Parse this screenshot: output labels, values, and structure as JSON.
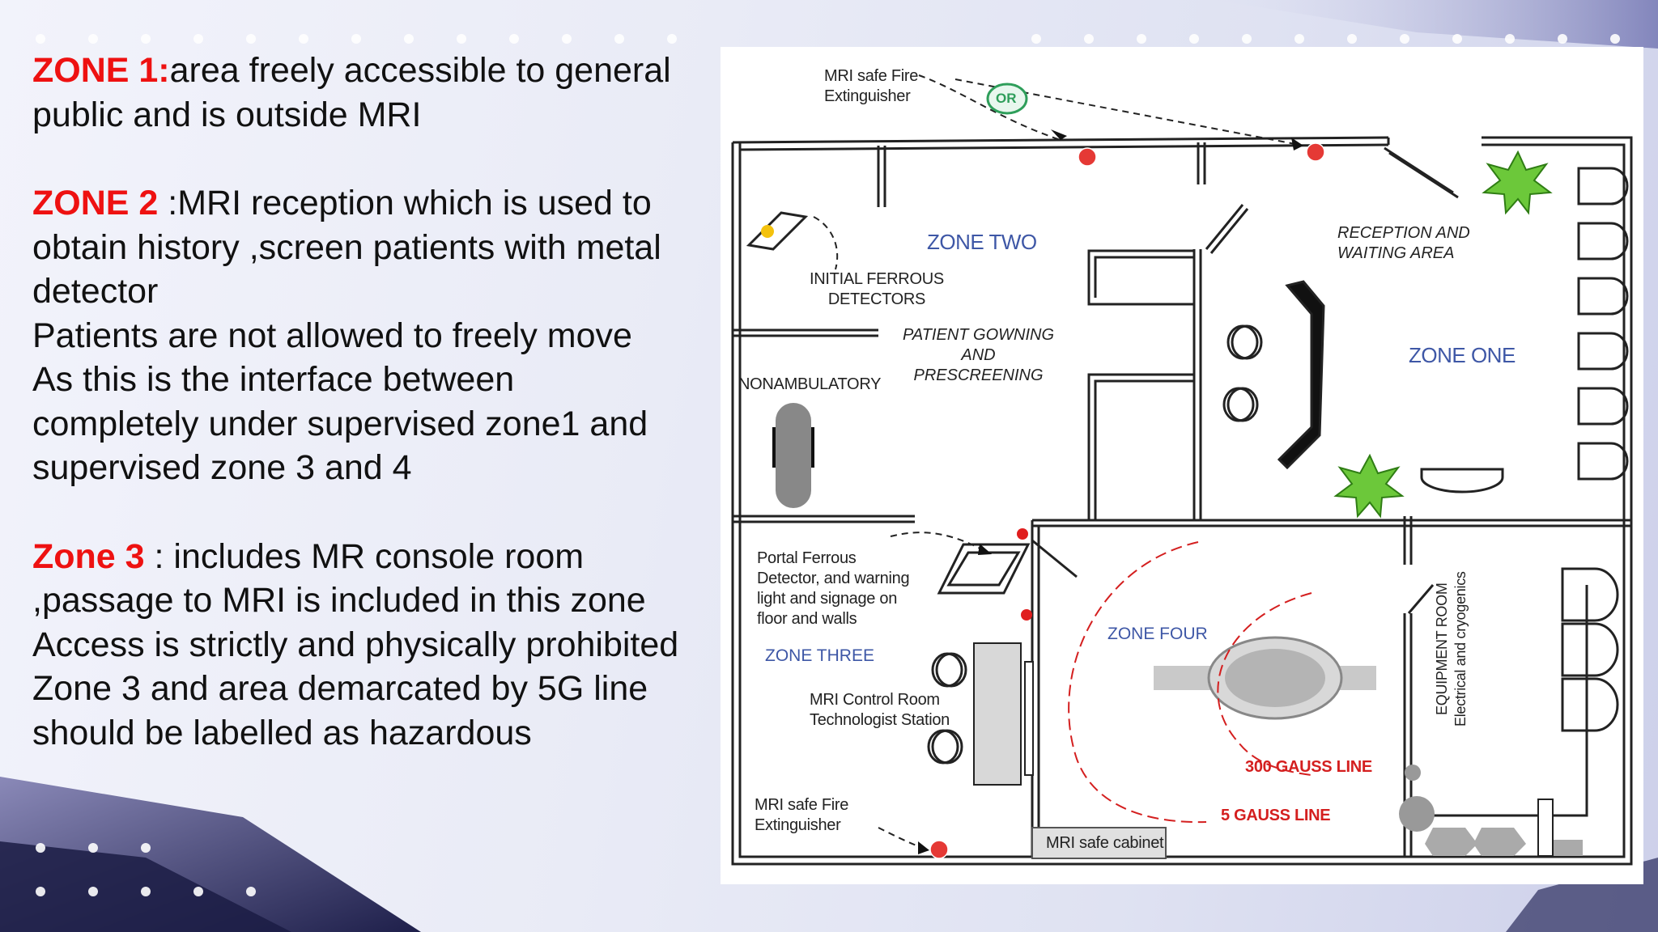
{
  "text": {
    "zone1": {
      "title": "ZONE 1:",
      "lines": [
        "area freely accessible to general",
        "public and is outside MRI"
      ]
    },
    "zone2": {
      "title": "ZONE 2",
      "lines": [
        " :MRI reception which is used to",
        "obtain history ,screen patients with metal",
        "detector",
        "Patients are not allowed to freely move",
        "As this is the interface between",
        "completely under supervised zone1 and",
        "supervised zone 3 and 4"
      ]
    },
    "zone3": {
      "title": "Zone 3",
      "lines": [
        " : includes MR console room",
        ",passage to MRI is included in this zone",
        "Access is strictly and physically prohibited",
        "Zone 3 and area demarcated by 5G line",
        "should be labelled as hazardous"
      ]
    }
  },
  "diagram": {
    "fire_top": [
      "MRI safe Fire",
      "Extinguisher"
    ],
    "or_badge": "OR",
    "zone_two": "ZONE TWO",
    "initial_ferrous": [
      "INITIAL FERROUS",
      "DETECTORS"
    ],
    "gowning": [
      "PATIENT GOWNING",
      "AND",
      "PRESCREENING"
    ],
    "nonambulatory": "NONAMBULATORY",
    "reception": [
      "RECEPTION AND",
      "WAITING AREA"
    ],
    "zone_one": "ZONE ONE",
    "portal": [
      "Portal Ferrous",
      "Detector, and warning",
      "light and signage on",
      "floor and walls"
    ],
    "zone_three": "ZONE THREE",
    "control_room": [
      "MRI Control Room",
      "Technologist Station"
    ],
    "fire_bottom": [
      "MRI safe Fire",
      "Extinguisher"
    ],
    "cabinet": "MRI safe cabinet",
    "zone_four": "ZONE FOUR",
    "gauss300": "300 GAUSS LINE",
    "gauss5": "5 GAUSS LINE",
    "equipment": [
      "EQUIPMENT ROOM",
      "Electrical and cryogenics"
    ]
  },
  "colors": {
    "highlight": "#ee1111",
    "zone_label": "#3e57a6",
    "gauss": "#d41f1f"
  }
}
